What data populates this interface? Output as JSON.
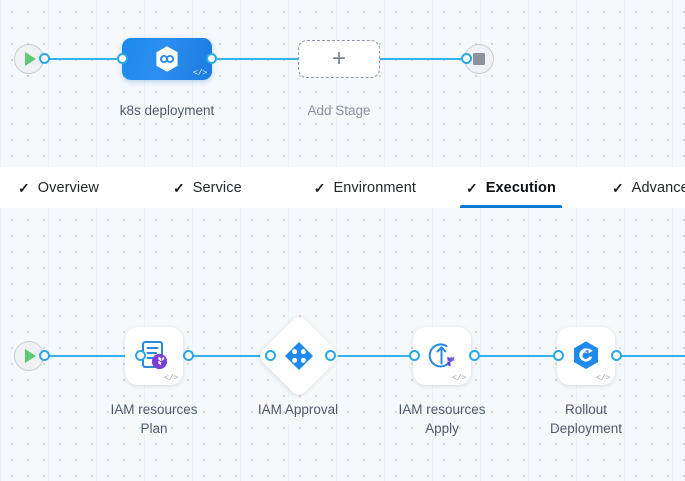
{
  "colors": {
    "accent_blue": "#0b7ad6",
    "edge_blue": "#34b3ef",
    "port_blue": "#29a8e8",
    "node_blue": "#2c8ef0",
    "terraform_purple": "#6b4ae0",
    "play_green": "#5ccb73",
    "stop_gray": "#8d919d",
    "canvas_bg": "#f6f9fc",
    "label_text": "#50596b"
  },
  "tabs": [
    {
      "label": "Overview",
      "check": "✓",
      "active": false
    },
    {
      "label": "Service",
      "check": "✓",
      "active": false
    },
    {
      "label": "Environment",
      "check": "✓",
      "active": false
    },
    {
      "label": "Execution",
      "check": "✓",
      "active": true
    },
    {
      "label": "Advanced",
      "check": "✓",
      "active": false
    }
  ],
  "stage_graph": {
    "start_node": {
      "icon": "play-icon"
    },
    "end_node": {
      "icon": "stop-icon"
    },
    "stages": [
      {
        "label": "k8s deployment",
        "icon": "kubernetes-hexagon-icon",
        "badge": "</>"
      }
    ],
    "add_stage": {
      "label": "Add Stage",
      "glyph": "+"
    }
  },
  "execution_graph": {
    "start_node": {
      "icon": "play-icon"
    },
    "steps": [
      {
        "label_line1": "IAM resources",
        "label_line2": "Plan",
        "icon": "terraform-plan-document-icon",
        "badge": "</>",
        "shape": "rounded"
      },
      {
        "label_line1": "IAM Approval",
        "label_line2": "",
        "icon": "harness-approval-diamond-icon",
        "badge": "",
        "shape": "diamond"
      },
      {
        "label_line1": "IAM resources",
        "label_line2": "Apply",
        "icon": "terraform-apply-icon",
        "badge": "</>",
        "shape": "rounded"
      },
      {
        "label_line1": "Rollout",
        "label_line2": "Deployment",
        "icon": "argo-rollout-icon",
        "badge": "</>",
        "shape": "rounded"
      }
    ]
  }
}
